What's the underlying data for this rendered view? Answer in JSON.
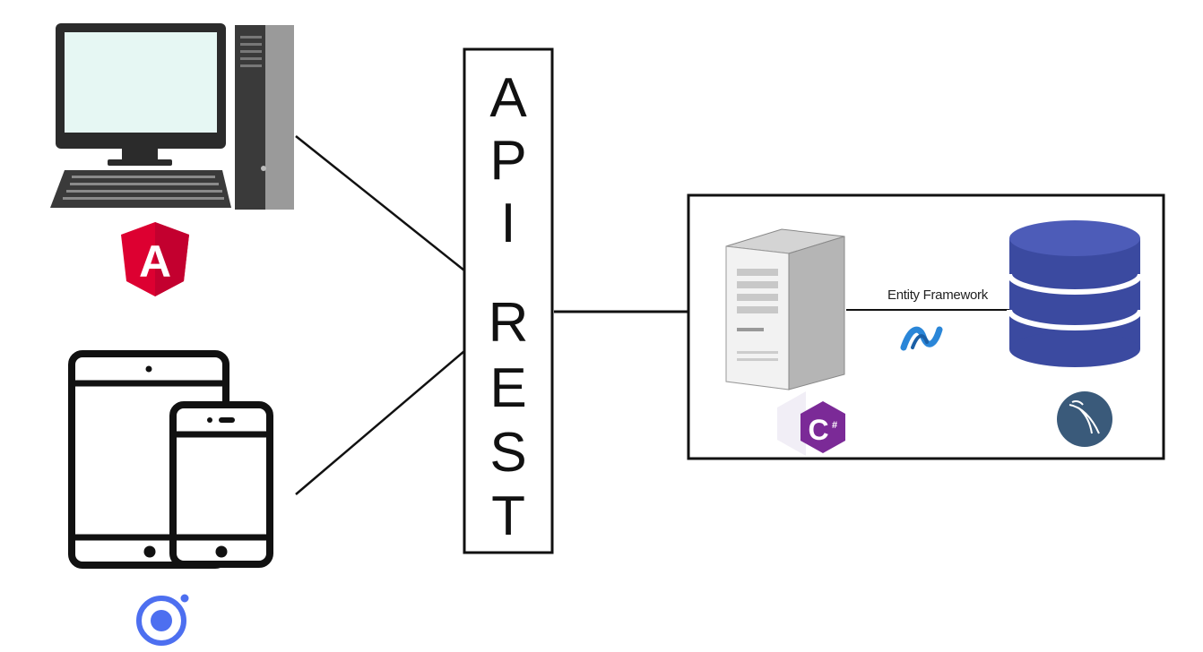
{
  "api_box": {
    "letters": [
      "A",
      "P",
      "I",
      "R",
      "E",
      "S",
      "T"
    ]
  },
  "backend": {
    "connector_label": "Entity Framework"
  },
  "logos": {
    "angular_letter": "A",
    "csharp_letter": "C",
    "csharp_superscript": "#"
  },
  "icons": {
    "desktop": "desktop-computer-icon",
    "angular": "angular-logo-icon",
    "mobile": "tablet-and-phone-icon",
    "ionic": "ionic-logo-icon",
    "server": "server-tower-icon",
    "csharp": "csharp-logo-icon",
    "entity_framework": "entity-framework-logo-icon",
    "database": "database-icon",
    "mysql": "mysql-logo-icon"
  },
  "colors": {
    "line": "#111111",
    "angular_red": "#dd0031",
    "ionic_blue": "#4d6ff0",
    "csharp_purple": "#68217a",
    "ef_blue": "#2a86d8",
    "database_blue": "#3b4aa0",
    "mysql_slate": "#3a5a7a"
  }
}
